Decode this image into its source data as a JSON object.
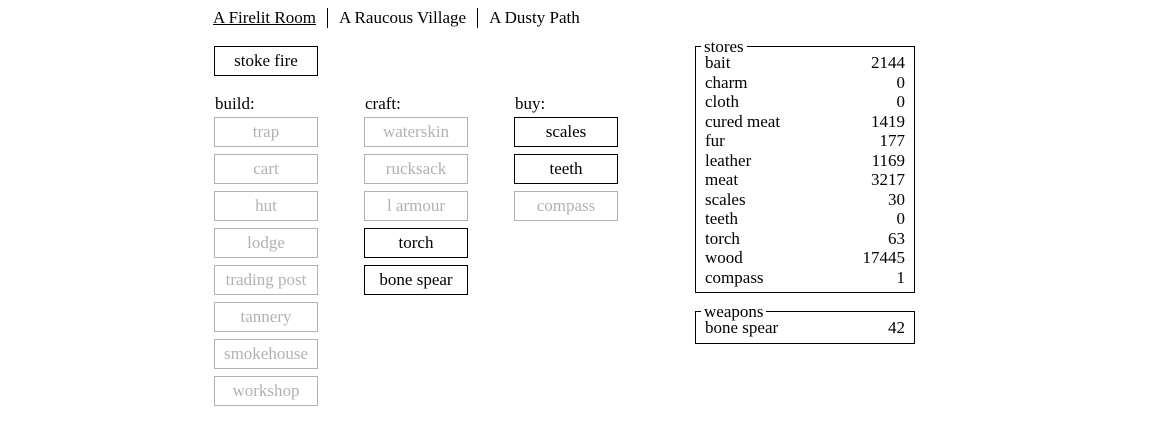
{
  "colors": {
    "text": "#000000",
    "disabled": "#b2b2b2",
    "background": "#ffffff"
  },
  "tabs": [
    {
      "label": "A Firelit Room",
      "active": true
    },
    {
      "label": "A Raucous Village",
      "active": false
    },
    {
      "label": "A Dusty Path",
      "active": false
    }
  ],
  "stoke_fire_label": "stoke fire",
  "build": {
    "label": "build:",
    "buttons": [
      {
        "label": "trap",
        "enabled": false
      },
      {
        "label": "cart",
        "enabled": false
      },
      {
        "label": "hut",
        "enabled": false
      },
      {
        "label": "lodge",
        "enabled": false
      },
      {
        "label": "trading post",
        "enabled": false
      },
      {
        "label": "tannery",
        "enabled": false
      },
      {
        "label": "smokehouse",
        "enabled": false
      },
      {
        "label": "workshop",
        "enabled": false
      }
    ]
  },
  "craft": {
    "label": "craft:",
    "buttons": [
      {
        "label": "waterskin",
        "enabled": false
      },
      {
        "label": "rucksack",
        "enabled": false
      },
      {
        "label": "l armour",
        "enabled": false
      },
      {
        "label": "torch",
        "enabled": true
      },
      {
        "label": "bone spear",
        "enabled": true
      }
    ]
  },
  "buy": {
    "label": "buy:",
    "buttons": [
      {
        "label": "scales",
        "enabled": true
      },
      {
        "label": "teeth",
        "enabled": true
      },
      {
        "label": "compass",
        "enabled": false
      }
    ]
  },
  "stores": {
    "title": "stores",
    "items": [
      {
        "name": "bait",
        "qty": "2144"
      },
      {
        "name": "charm",
        "qty": "0"
      },
      {
        "name": "cloth",
        "qty": "0"
      },
      {
        "name": "cured meat",
        "qty": "1419"
      },
      {
        "name": "fur",
        "qty": "177"
      },
      {
        "name": "leather",
        "qty": "1169"
      },
      {
        "name": "meat",
        "qty": "3217"
      },
      {
        "name": "scales",
        "qty": "30"
      },
      {
        "name": "teeth",
        "qty": "0"
      },
      {
        "name": "torch",
        "qty": "63"
      },
      {
        "name": "wood",
        "qty": "17445"
      },
      {
        "name": "compass",
        "qty": "1"
      }
    ]
  },
  "weapons": {
    "title": "weapons",
    "items": [
      {
        "name": "bone spear",
        "qty": "42"
      }
    ]
  }
}
